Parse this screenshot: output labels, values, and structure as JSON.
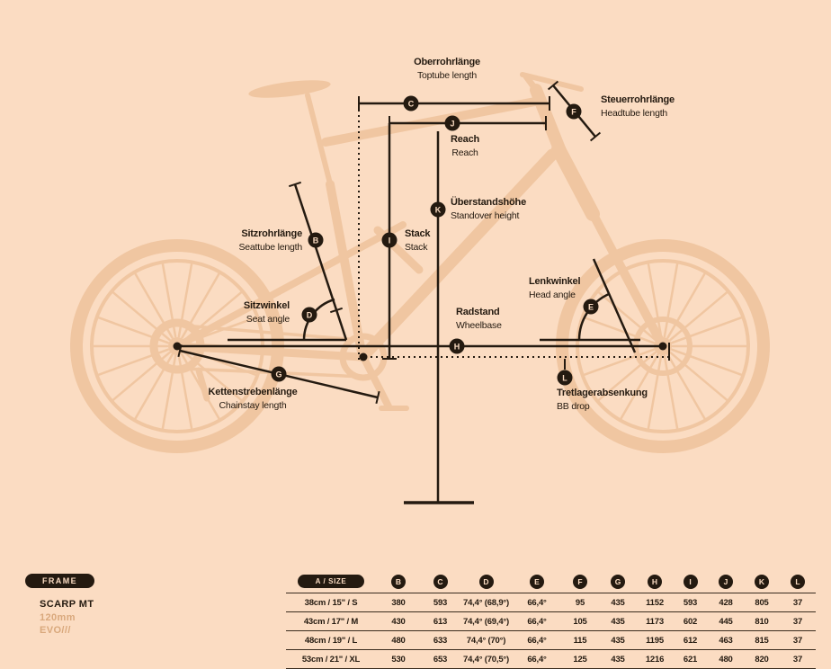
{
  "colors": {
    "background": "#fbdcc2",
    "silhouette": "#f0c6a1",
    "ink": "#241a10",
    "accent_tan": "#d9a87c"
  },
  "diagram": {
    "labels": {
      "toptube": {
        "letter": "C",
        "de": "Oberrohrlänge",
        "en": "Toptube length"
      },
      "reach": {
        "letter": "J",
        "de": "Reach",
        "en": "Reach"
      },
      "headtube": {
        "letter": "F",
        "de": "Steuerrohrlänge",
        "en": "Headtube length"
      },
      "standover": {
        "letter": "K",
        "de": "Überstandshöhe",
        "en": "Standover height"
      },
      "seattube": {
        "letter": "B",
        "de": "Sitzrohrlänge",
        "en": "Seattube length"
      },
      "stack": {
        "letter": "I",
        "de": "Stack",
        "en": "Stack"
      },
      "seat_angle": {
        "letter": "D",
        "de": "Sitzwinkel",
        "en": "Seat angle"
      },
      "head_angle": {
        "letter": "E",
        "de": "Lenkwinkel",
        "en": "Head angle"
      },
      "wheelbase": {
        "letter": "H",
        "de": "Radstand",
        "en": "Wheelbase"
      },
      "chainstay": {
        "letter": "G",
        "de": "Kettenstrebenlänge",
        "en": "Chainstay length"
      },
      "bb_drop": {
        "letter": "L",
        "de": "Tretlagerabsenkung",
        "en": "BB drop"
      }
    }
  },
  "table": {
    "frame_label": "FRAME",
    "model": {
      "name": "SCARP MT",
      "travel": "120mm",
      "edition": "EVO///"
    },
    "columns": [
      "A / SIZE",
      "B",
      "C",
      "D",
      "E",
      "F",
      "G",
      "H",
      "I",
      "J",
      "K",
      "L"
    ],
    "rows": [
      {
        "size": "38cm / 15\" / S",
        "values": [
          "380",
          "593",
          "74,4° (68,9°)",
          "66,4°",
          "95",
          "435",
          "1152",
          "593",
          "428",
          "805",
          "37"
        ]
      },
      {
        "size": "43cm / 17\" / M",
        "values": [
          "430",
          "613",
          "74,4° (69,4°)",
          "66,4°",
          "105",
          "435",
          "1173",
          "602",
          "445",
          "810",
          "37"
        ]
      },
      {
        "size": "48cm / 19\" / L",
        "values": [
          "480",
          "633",
          "74,4° (70°)",
          "66,4°",
          "115",
          "435",
          "1195",
          "612",
          "463",
          "815",
          "37"
        ]
      },
      {
        "size": "53cm / 21\" / XL",
        "values": [
          "530",
          "653",
          "74,4° (70,5°)",
          "66,4°",
          "125",
          "435",
          "1216",
          "621",
          "480",
          "820",
          "37"
        ]
      }
    ]
  }
}
